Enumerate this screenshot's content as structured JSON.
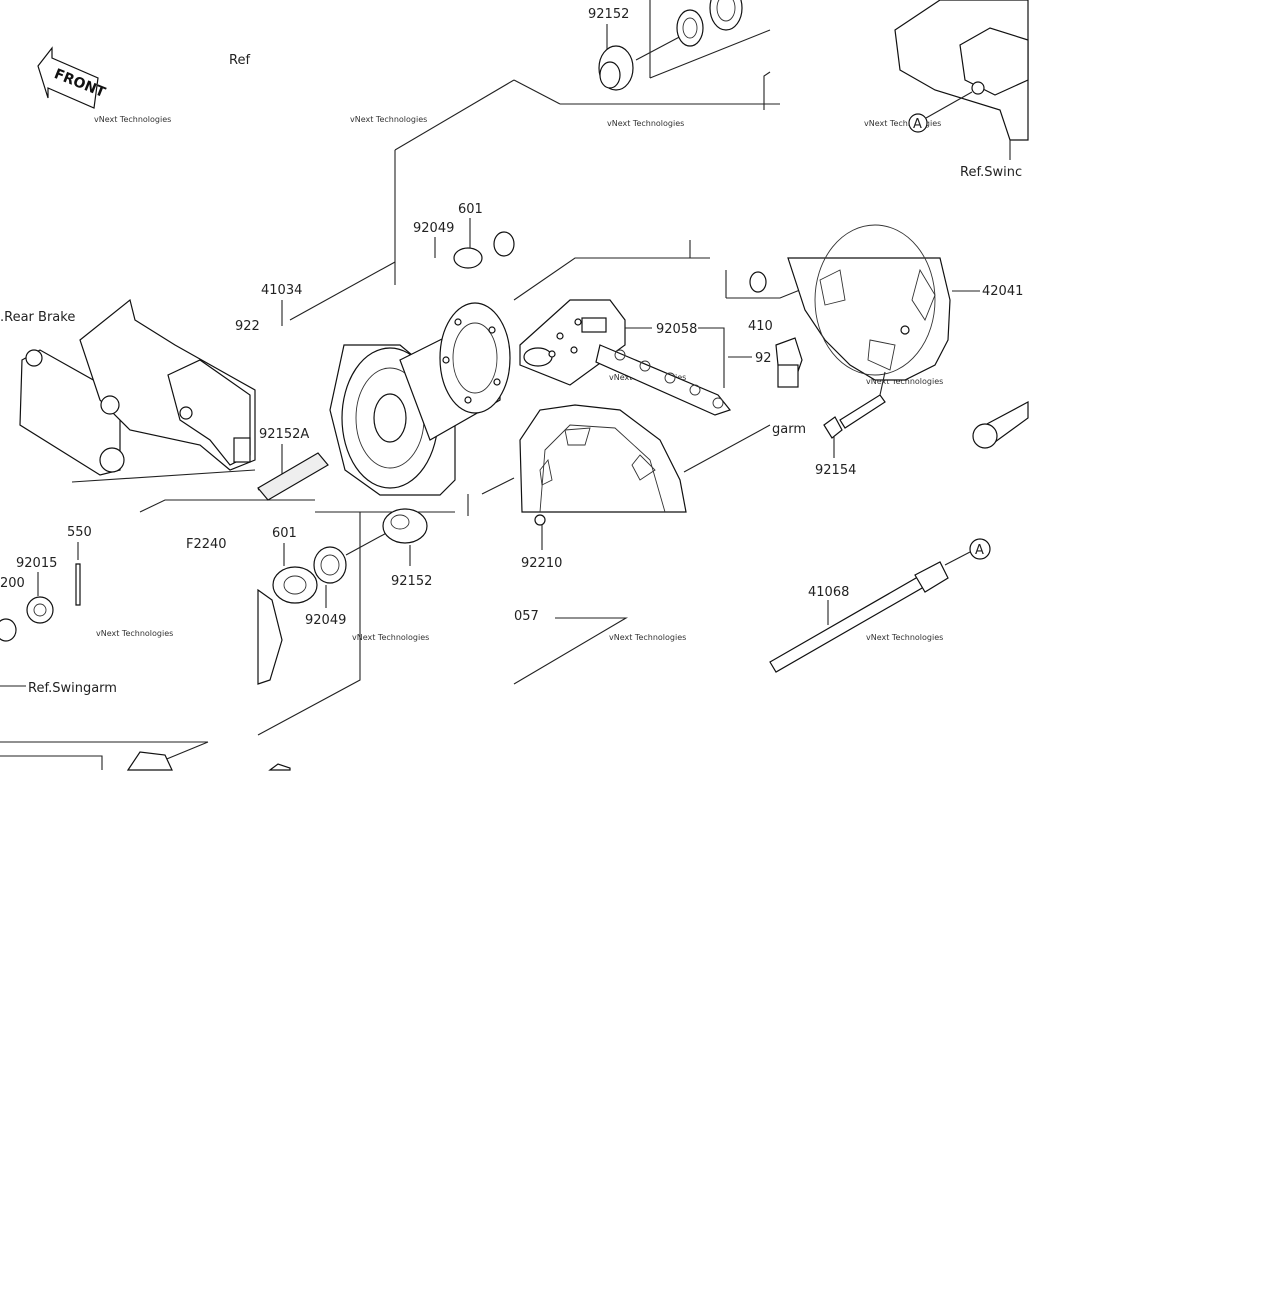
{
  "front_badge": "FRONT",
  "watermark": "vNext Technologies",
  "refs": {
    "top_left": "Ref",
    "rear_brake": ".Rear Brake",
    "swingarm_top": "Ref.Swinc",
    "swingarm_mid": "garm",
    "swingarm_left": "Ref.Swingarm"
  },
  "callouts": {
    "a_top": "A",
    "a_right": "A"
  },
  "parts": {
    "p92152_top": "92152",
    "p92049_top": "92049",
    "p601_top": "601",
    "p41034": "41034",
    "p922": "922",
    "p92152a": "92152A",
    "p92058": "92058",
    "p410": "410",
    "p92_right": "92",
    "p42041": "42041",
    "p92154": "92154",
    "p92210": "92210",
    "p550": "550",
    "p92015": "92015",
    "p200": "200",
    "pF2240": "F2240",
    "p601_bot": "601",
    "p92049_bot": "92049",
    "p92152_bot": "92152",
    "p057": "057",
    "p41068": "41068"
  }
}
